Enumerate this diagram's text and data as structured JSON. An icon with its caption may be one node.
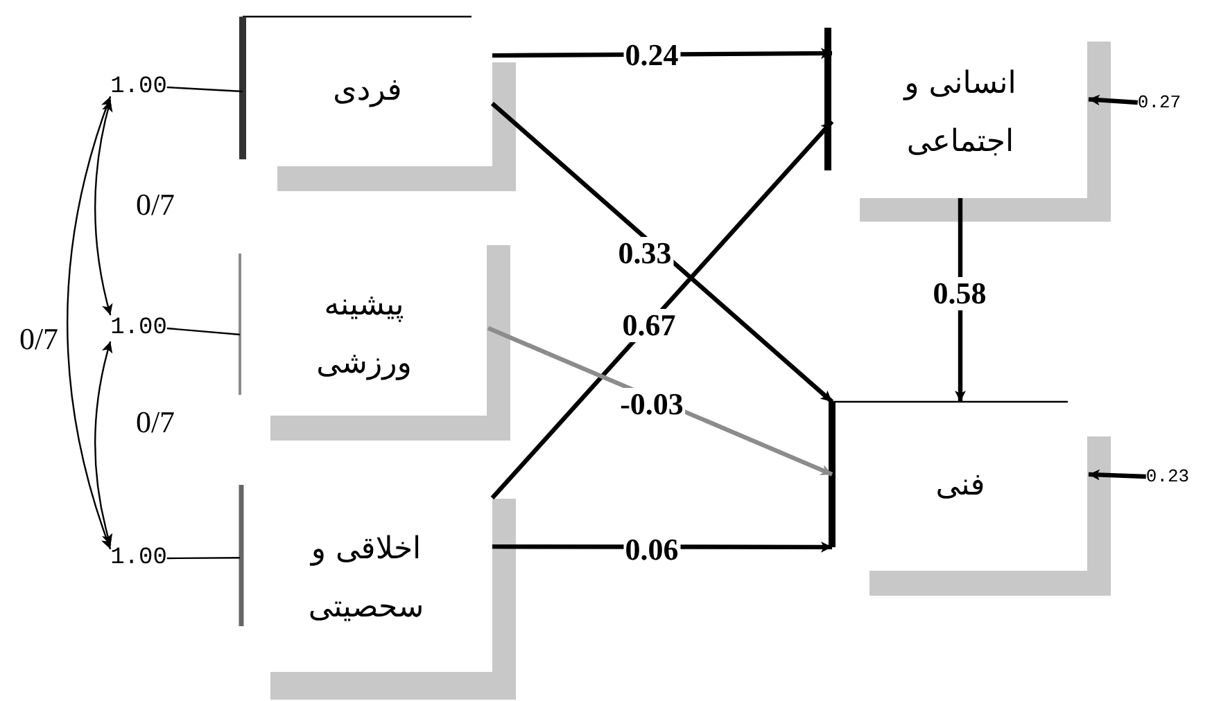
{
  "diagram": {
    "nodes": [
      {
        "text": [
          "1.00"
        ]
      },
      {
        "text": [
          "1.00"
        ]
      },
      {
        "text": [
          "1.00"
        ]
      },
      {
        "text": [
          "فردی"
        ]
      },
      {
        "text": [
          "پیشینه ورزشی"
        ]
      },
      {
        "text": [
          "اخلاقی و سحصیتی"
        ]
      },
      {
        "text": [
          "انسانی و اجتماعی"
        ]
      },
      {
        "text": [
          "فنی"
        ]
      },
      {
        "text": [
          "0.27"
        ]
      },
      {
        "text": [
          "0.23"
        ]
      }
    ],
    "edges": [
      {
        "from": 0,
        "to": 3,
        "arrow": "none"
      },
      {
        "from": 1,
        "to": 4,
        "arrow": "none"
      },
      {
        "from": 2,
        "to": 5,
        "arrow": "none"
      },
      {
        "from": 0,
        "to": 1,
        "arrow": "both",
        "label": "0/7"
      },
      {
        "from": 1,
        "to": 2,
        "arrow": "both",
        "label": "0/7"
      },
      {
        "from": 0,
        "to": 2,
        "arrow": "both",
        "label": "0/7"
      },
      {
        "from": 3,
        "to": 6,
        "arrow": "to",
        "label": "0.24"
      },
      {
        "from": 3,
        "to": 7,
        "arrow": "to",
        "label": "0.33"
      },
      {
        "from": 5,
        "to": 6,
        "arrow": "to",
        "label": "0.67"
      },
      {
        "from": 4,
        "to": 7,
        "arrow": "to",
        "label": "-0.03",
        "color": "#8c8c8c"
      },
      {
        "from": 5,
        "to": 7,
        "arrow": "to",
        "label": "0.06"
      },
      {
        "from": 6,
        "to": 7,
        "arrow": "to",
        "label": "0.58"
      },
      {
        "from": 8,
        "to": 6,
        "arrow": "to"
      },
      {
        "from": 9,
        "to": 7,
        "arrow": "to"
      }
    ]
  }
}
